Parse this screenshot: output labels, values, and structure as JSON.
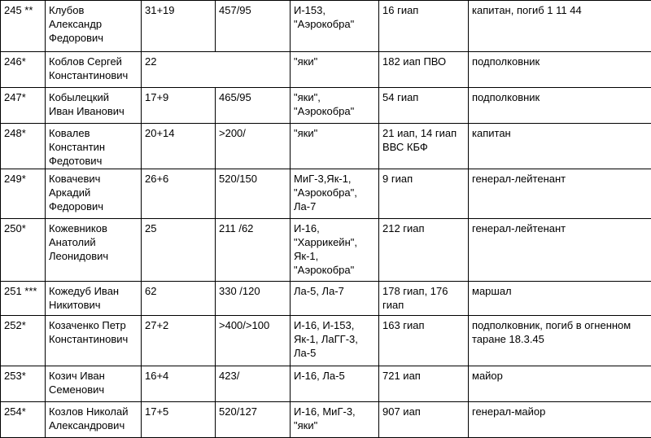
{
  "table": {
    "rows": [
      {
        "num": "245 **",
        "name": "Клубов\nАлександр\nФедорович",
        "victories": "31+19",
        "sorties": "457/95",
        "aircraft": "И-153,\n\"Аэрокобра\"",
        "unit": "16 гиап",
        "rank": "капитан, погиб 1 11 44"
      },
      {
        "num": "246*",
        "name": "Коблов Сергей\nКонстантинович",
        "victories": "22",
        "sorties": "",
        "aircraft": "\"яки\"",
        "unit": "182 иап ПВО",
        "rank": "подполковник"
      },
      {
        "num": "247*",
        "name": "Кобылецкий\nИван Иванович",
        "victories": "17+9",
        "sorties": "465/95",
        "aircraft": "\"яки\",\n\"Аэрокобра\"",
        "unit": "54 гиап",
        "rank": "подполковник"
      },
      {
        "num": "248*",
        "name": "Ковалев\nКонстантин\nФедотович",
        "victories": "20+14",
        "sorties": ">200/",
        "aircraft": "\"яки\"",
        "unit": "21 иап, 14 гиап\nВВС КБФ",
        "rank": "капитан"
      },
      {
        "num": "249*",
        "name": "Ковачевич\nАркадий\nФедорович",
        "victories": "26+6",
        "sorties": "520/150",
        "aircraft": "МиГ-3,Як-1,\n\"Аэрокобра\",\nЛа-7",
        "unit": "9 гиап",
        "rank": "генерал-лейтенант"
      },
      {
        "num": "250*",
        "name": "Кожевников\nАнатолий\nЛеонидович",
        "victories": "25",
        "sorties": "211 /62",
        "aircraft": "И-16,\n\"Харрикейн\",\nЯк-1,\n\"Аэрокобра\"",
        "unit": "212 гиап",
        "rank": "генерал-лейтенант"
      },
      {
        "num": "251 ***",
        "name": "Кожедуб Иван\nНикитович",
        "victories": "62",
        "sorties": "330 /120",
        "aircraft": "Ла-5, Ла-7",
        "unit": "178 гиап, 176\nгиап",
        "rank": "маршал"
      },
      {
        "num": "252*",
        "name": "Козаченко Петр\nКонстантинович",
        "victories": "27+2",
        "sorties": ">400/>100",
        "aircraft": "И-16, И-153,\nЯк-1, ЛаГГ-3,\nЛа-5",
        "unit": "163 гиап",
        "rank": "подполковник, погиб в огненном\nтаране 18.3.45"
      },
      {
        "num": "253*",
        "name": "Козич Иван\nСеменович",
        "victories": "16+4",
        "sorties": "423/",
        "aircraft": "И-16, Ла-5",
        "unit": "721 иап",
        "rank": "майор"
      },
      {
        "num": "254*",
        "name": "Козлов Николай\nАлександрович",
        "victories": "17+5",
        "sorties": "520/127",
        "aircraft": "И-16, МиГ-3,\n\"яки\"",
        "unit": "907 иап",
        "rank": "генерал-майор"
      }
    ]
  }
}
